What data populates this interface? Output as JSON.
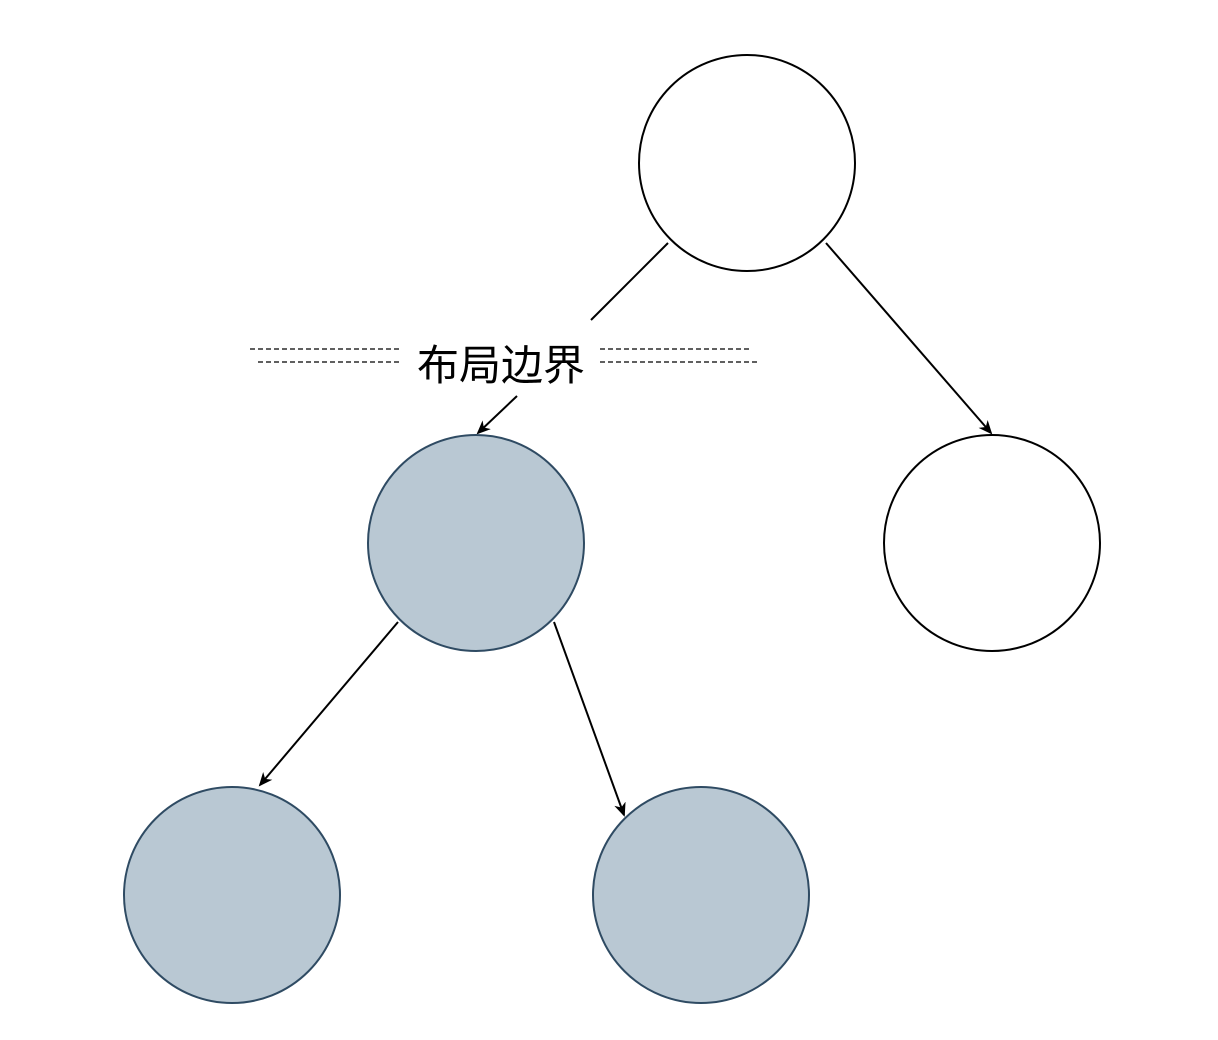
{
  "diagram": {
    "type": "tree",
    "boundary_label": "布局边界",
    "colors": {
      "shaded_fill": "#b9c8d3",
      "shaded_stroke": "#2f4b63",
      "plain_fill": "#ffffff",
      "plain_stroke": "#000000",
      "line": "#000000"
    },
    "nodes": [
      {
        "id": "root",
        "shaded": false
      },
      {
        "id": "left-child",
        "shaded": true
      },
      {
        "id": "right-child",
        "shaded": false
      },
      {
        "id": "left-left-grandchild",
        "shaded": true
      },
      {
        "id": "left-right-grandchild",
        "shaded": true
      }
    ],
    "edges": [
      {
        "from": "root",
        "to": "left-child"
      },
      {
        "from": "root",
        "to": "right-child"
      },
      {
        "from": "left-child",
        "to": "left-left-grandchild"
      },
      {
        "from": "left-child",
        "to": "left-right-grandchild"
      }
    ]
  }
}
